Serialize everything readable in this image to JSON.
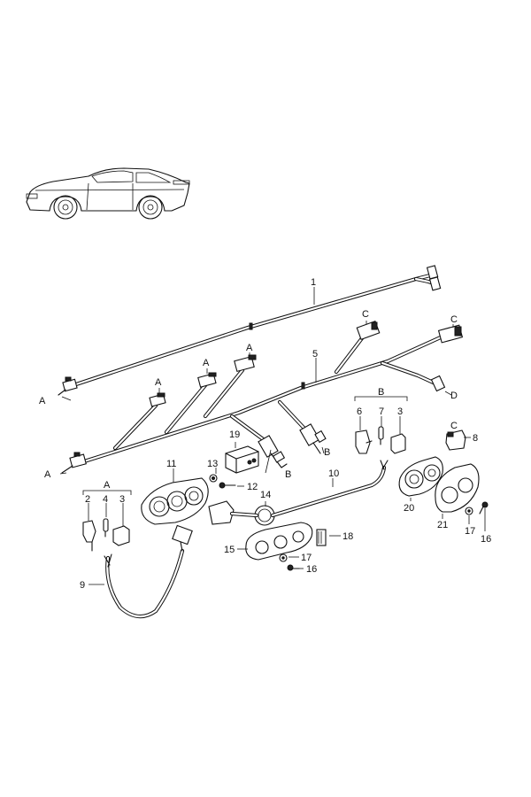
{
  "diagram": {
    "callouts": {
      "c1": "1",
      "c2": "2",
      "c3": "3",
      "c4": "4",
      "c5": "5",
      "c6": "6",
      "c7": "7",
      "c8": "8",
      "c9": "9",
      "c10": "10",
      "c11": "11",
      "c12": "12",
      "c13": "13",
      "c14": "14",
      "c15": "15",
      "c16": "16",
      "c17": "17",
      "c18": "18",
      "c19": "19",
      "c20": "20",
      "c21": "21"
    },
    "connector_letters": {
      "a": "A",
      "b": "B",
      "c": "C",
      "d": "D"
    },
    "group_labels": {
      "group_a": "A",
      "group_b": "B",
      "group_c": "C"
    }
  }
}
